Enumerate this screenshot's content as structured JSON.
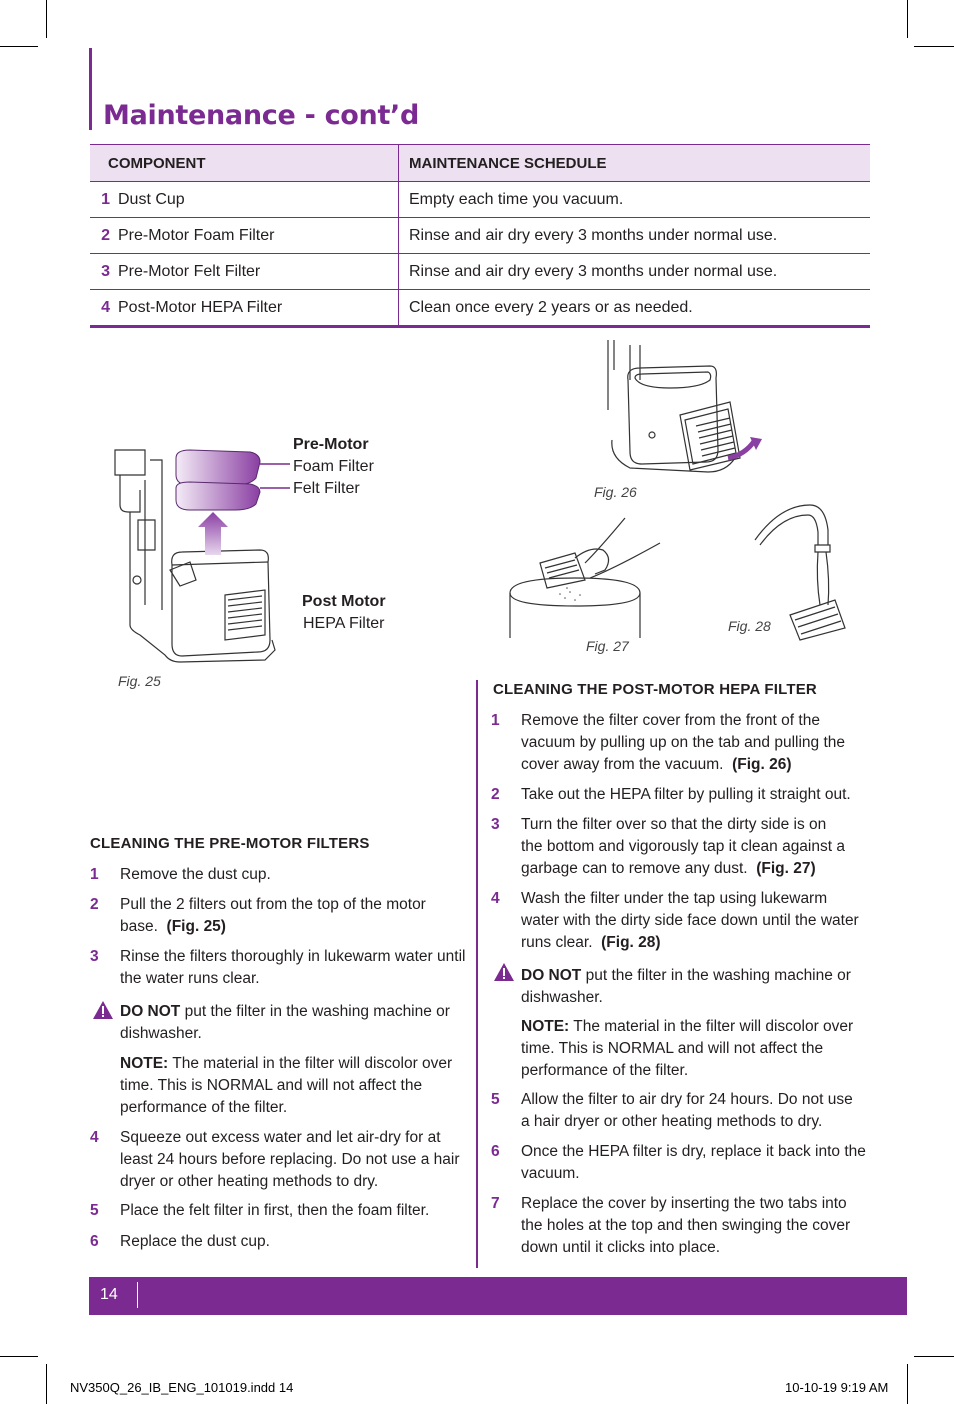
{
  "title": "Maintenance - cont’d",
  "table": {
    "headers": [
      "COMPONENT",
      "MAINTENANCE SCHEDULE"
    ],
    "rows": [
      {
        "num": "1",
        "component": "Dust Cup",
        "schedule": "Empty each time you vacuum."
      },
      {
        "num": "2",
        "component": "Pre-Motor Foam Filter",
        "schedule": "Rinse and air dry every 3 months under normal use."
      },
      {
        "num": "3",
        "component": "Pre-Motor Felt Filter",
        "schedule": "Rinse and air dry every 3 months under normal use."
      },
      {
        "num": "4",
        "component": "Post-Motor HEPA Filter",
        "schedule": "Clean once every 2 years or as needed."
      }
    ]
  },
  "figures": {
    "fig25": {
      "caption": "Fig. 25",
      "label_premotor_title": "Pre-Motor",
      "label_foam": "Foam Filter",
      "label_felt": "Felt Filter",
      "label_postmotor_title": "Post Motor",
      "label_hepa": "HEPA Filter"
    },
    "fig26": {
      "caption": "Fig. 26"
    },
    "fig27": {
      "caption": "Fig. 27"
    },
    "fig28": {
      "caption": "Fig. 28"
    }
  },
  "premotor": {
    "heading": "CLEANING THE PRE-MOTOR FILTERS",
    "steps": [
      {
        "num": "1",
        "text": "Remove the dust cup."
      },
      {
        "num": "2",
        "line1": "Pull the 2 filters out from the top of the motor",
        "line2": "base.",
        "ref": "(Fig. 25)"
      },
      {
        "num": "3",
        "line1": "Rinse the filters thoroughly in lukewarm water until",
        "line2": "the water runs clear."
      },
      {
        "num": "4",
        "line1": "Squeeze out excess water and let air-dry for at",
        "line2": "least 24 hours before replacing.  Do not use a hair",
        "line3": "dryer or other heating methods to dry."
      },
      {
        "num": "5",
        "text": "Place the felt filter in first, then the foam filter."
      },
      {
        "num": "6",
        "text": "Replace the dust cup."
      }
    ],
    "warning": {
      "bold": "DO NOT",
      "line1": " put the filter in the washing machine or",
      "line2": "dishwasher."
    },
    "note": {
      "bold": "NOTE:",
      "line1": " The material in the filter will discolor over",
      "line2": "time.  This is NORMAL and will not affect the",
      "line3": "performance of the filter."
    }
  },
  "postmotor": {
    "heading": "CLEANING THE POST-MOTOR HEPA FILTER",
    "steps": [
      {
        "num": "1",
        "line1": "Remove the filter cover from the front of the",
        "line2": "vacuum by pulling up on the tab and pulling the",
        "line3": "cover away from the vacuum.",
        "ref": "(Fig. 26)"
      },
      {
        "num": "2",
        "text": "Take out the HEPA filter by pulling it straight out."
      },
      {
        "num": "3",
        "line1": "Turn the filter over so that the dirty side is on",
        "line2": "the bottom and vigorously tap it clean against a",
        "line3": "garbage can to remove any dust.",
        "ref": "(Fig. 27)"
      },
      {
        "num": "4",
        "line1": "Wash the filter under the tap using lukewarm",
        "line2": "water with the dirty side face down until the water",
        "line3": "runs clear.",
        "ref": "(Fig. 28)"
      },
      {
        "num": "5",
        "line1": "Allow the filter to air dry for 24 hours.  Do not use",
        "line2": "a hair dryer or other heating methods to dry."
      },
      {
        "num": "6",
        "line1": "Once the HEPA filter is dry, replace it back into the",
        "line2": "vacuum."
      },
      {
        "num": "7",
        "line1": "Replace the cover by inserting the two tabs into",
        "line2": "the holes at the top and then swinging the cover",
        "line3": "down until it clicks into place."
      }
    ],
    "warning": {
      "bold": "DO NOT",
      "line1": " put the filter in the washing machine or",
      "line2": "dishwasher."
    },
    "note": {
      "bold": "NOTE:",
      "line1": " The material in the filter will discolor over",
      "line2": "time.  This is NORMAL and will not affect the",
      "line3": "performance of the filter."
    }
  },
  "footer": {
    "page_number": "14"
  },
  "slug": {
    "file": "NV350Q_26_IB_ENG_101019.indd   14",
    "date": "10-10-19   9:19 AM"
  },
  "colors": {
    "accent": "#7b2a91",
    "header_fill": "#ede0f1"
  }
}
